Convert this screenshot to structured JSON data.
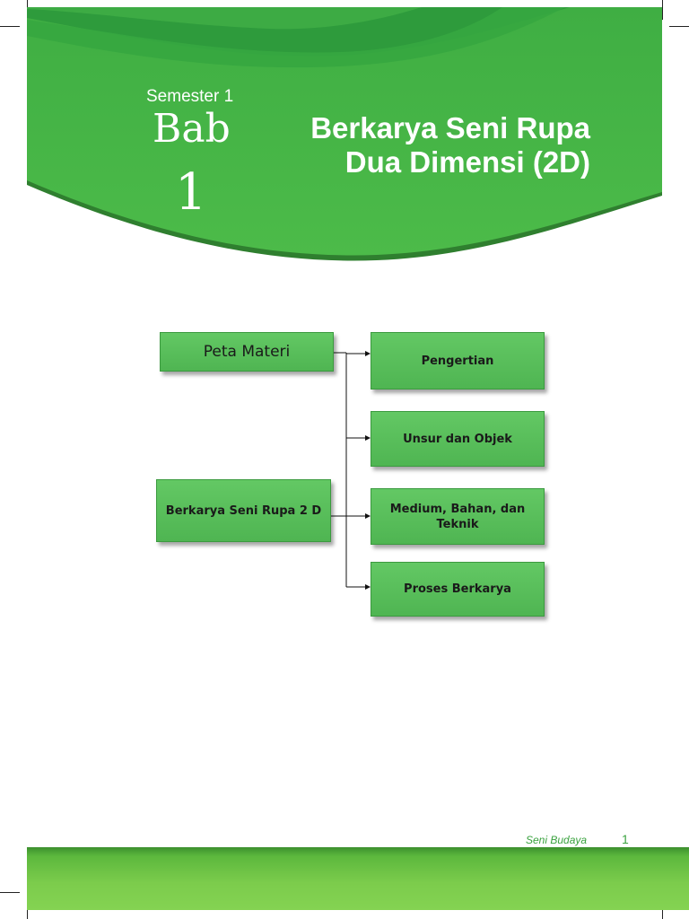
{
  "header": {
    "semester": "Semester 1",
    "bab_label": "Bab",
    "bab_number": "1",
    "title_line1": "Berkarya Seni Rupa",
    "title_line2": "Dua Dimensi (2D)"
  },
  "concept_map": {
    "heading": "Peta Materi",
    "root": "Berkarya Seni Rupa 2 D",
    "topics": [
      "Pengertian",
      "Unsur dan Objek",
      "Medium, Bahan, dan Teknik",
      "Proses Berkarya"
    ]
  },
  "footer": {
    "book_title": "Seni Budaya",
    "page_number": "1"
  },
  "colors": {
    "header_green": "#4cb748",
    "dark_green": "#2e9b3c",
    "box_green": "#5cc15e",
    "footer_text": "#3aa23f"
  }
}
